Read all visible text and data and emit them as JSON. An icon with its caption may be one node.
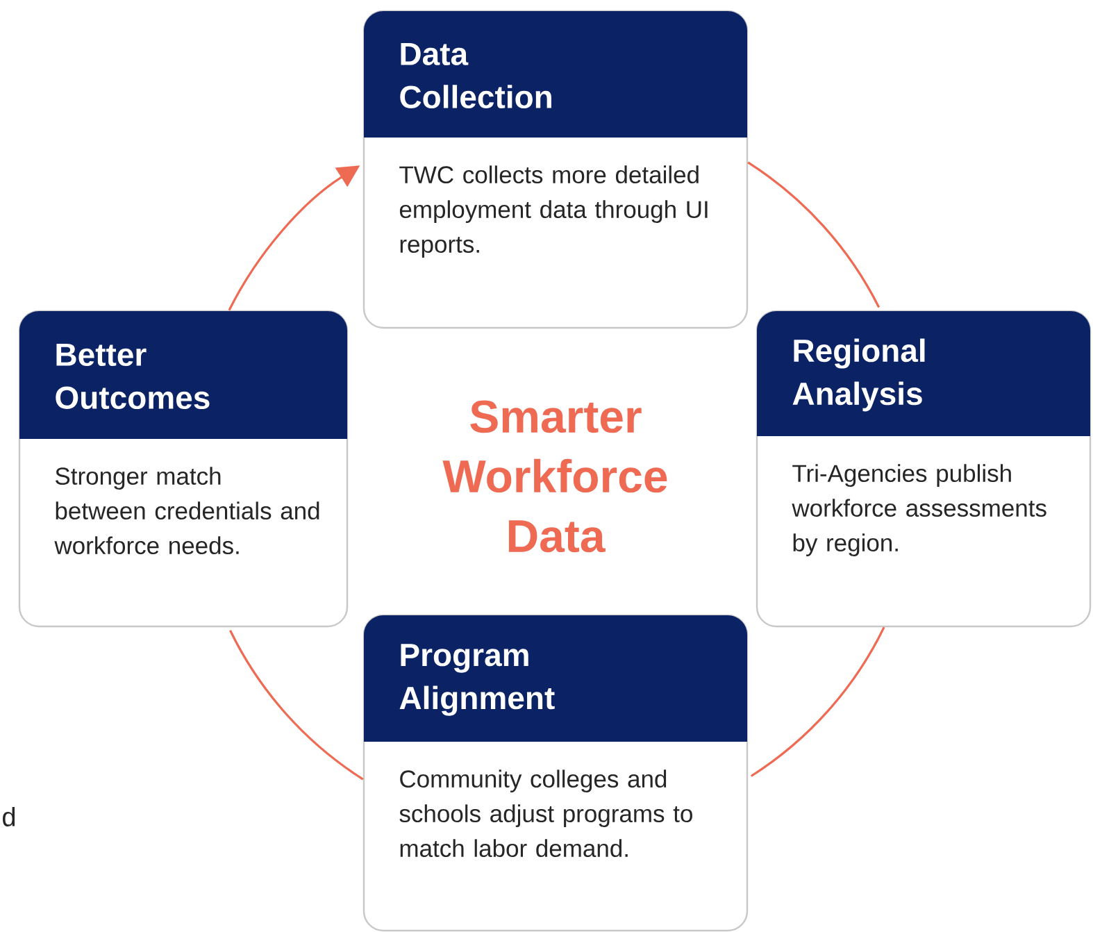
{
  "diagram": {
    "title": "Smarter Workforce Data",
    "nodes": [
      {
        "text": [
          "Data Collection",
          "TWC collects more detailed employment data through UI reports."
        ]
      },
      {
        "text": [
          "Better Outcomes",
          "Stronger match between credentials and workforce needs."
        ]
      },
      {
        "text": [
          "Regional Analysis",
          "Tri-Agencies publish workforce assessments by region."
        ]
      },
      {
        "text": [
          "Program Alignment",
          "Community colleges and schools adjust programs to match labor demand."
        ]
      }
    ],
    "edges": [
      {
        "from": 0,
        "to": 2,
        "arrow": "none"
      },
      {
        "from": 2,
        "to": 3,
        "arrow": "none"
      },
      {
        "from": 3,
        "to": 1,
        "arrow": "none"
      },
      {
        "from": 1,
        "to": 0,
        "arrow": "to"
      }
    ],
    "labels": [
      "d"
    ]
  }
}
